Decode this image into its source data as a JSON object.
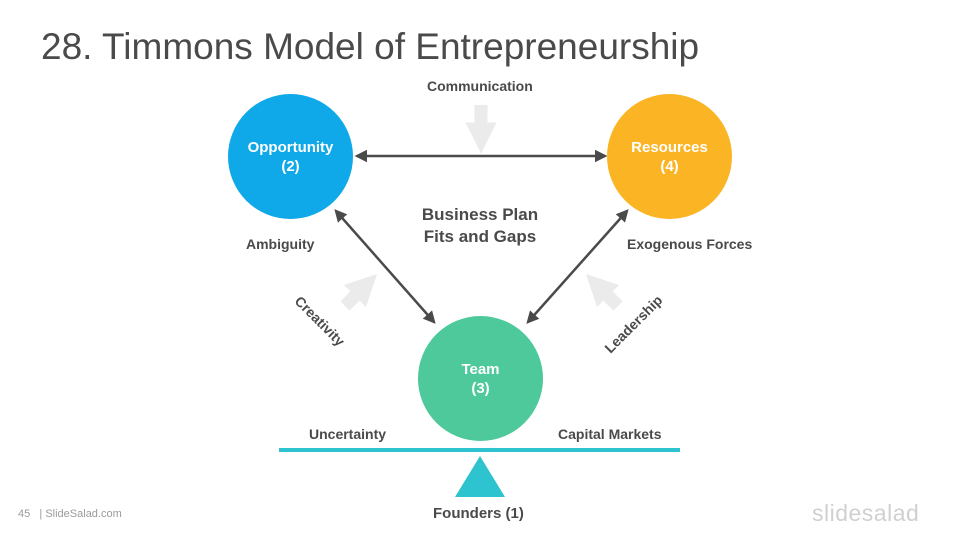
{
  "slide": {
    "title": "28. Timmons Model of Entrepreneurship",
    "page_number": "45",
    "footer_text": "| SlideSalad.com",
    "brand": "slidesalad"
  },
  "diagram": {
    "nodes": {
      "opportunity": {
        "label": "Opportunity",
        "number": "(2)",
        "color": "#0fa8e8"
      },
      "resources": {
        "label": "Resources",
        "number": "(4)",
        "color": "#fbb424"
      },
      "team": {
        "label": "Team",
        "number": "(3)",
        "color": "#4ec99b"
      }
    },
    "center_text": [
      "Business Plan",
      "Fits and Gaps"
    ],
    "labels": {
      "communication": "Communication",
      "ambiguity": "Ambiguity",
      "exogenous": "Exogenous Forces",
      "creativity": "Creativity",
      "leadership": "Leadership",
      "uncertainty": "Uncertainty",
      "capital_markets": "Capital Markets",
      "founders": "Founders (1)"
    },
    "colors": {
      "balance_beam": "#2ec4cf",
      "connector": "#4a4a4a",
      "flow_arrow": "#ebebeb"
    }
  }
}
